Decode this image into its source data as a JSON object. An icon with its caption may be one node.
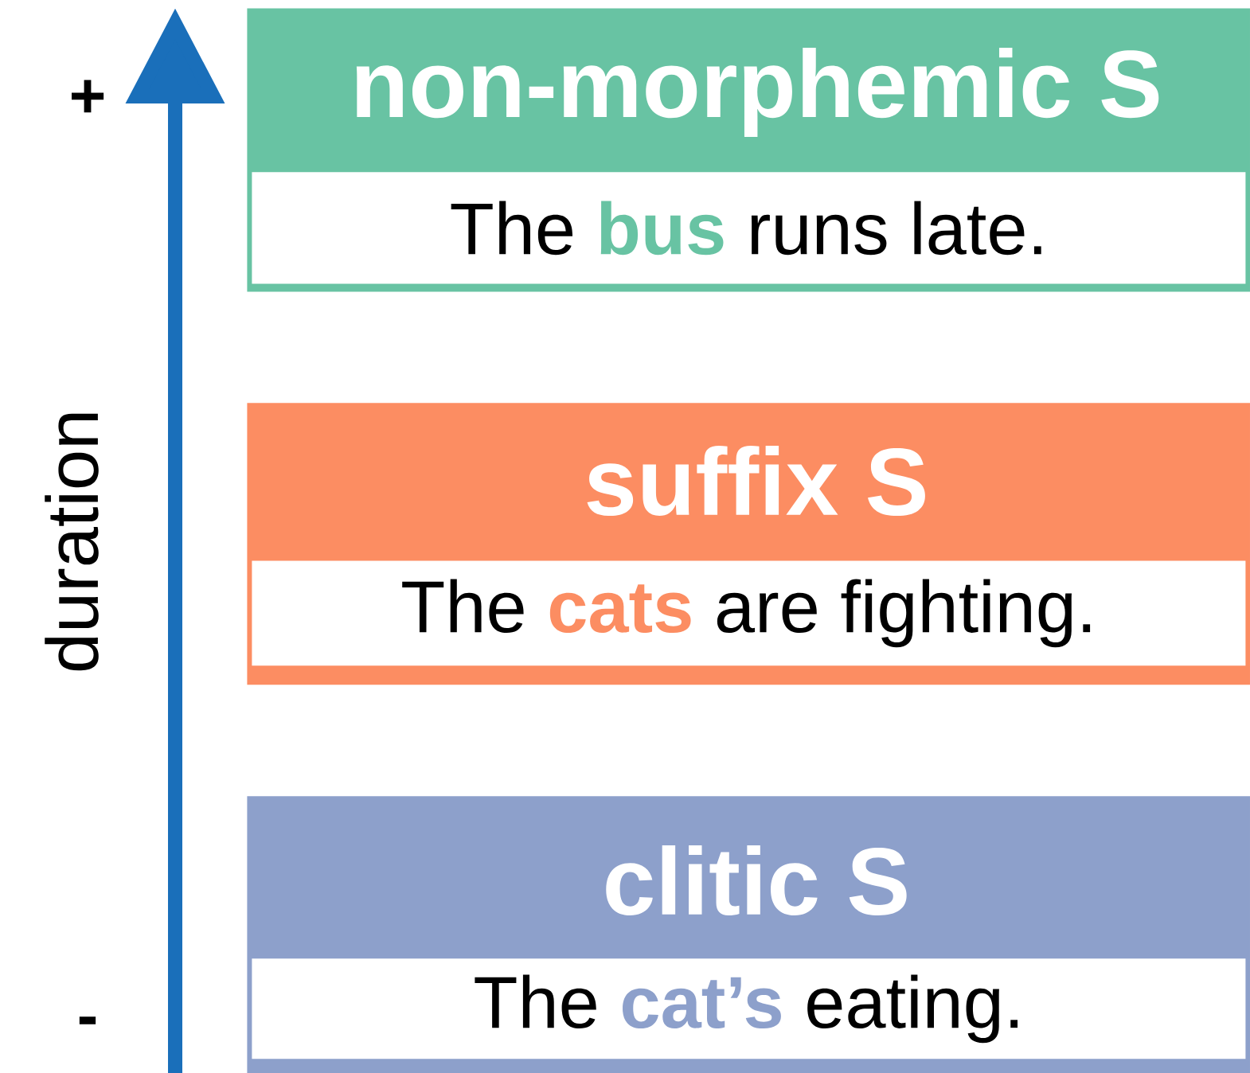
{
  "diagram": {
    "nodes": [
      {
        "text": [
          "non-morphemic S",
          "The **bus** runs late."
        ]
      },
      {
        "text": [
          "suffix S",
          "The **cats** are fighting."
        ]
      },
      {
        "text": [
          "clitic S",
          "The **cat’s** eating."
        ]
      }
    ],
    "labels": [
      "+",
      "duration",
      "-"
    ]
  }
}
